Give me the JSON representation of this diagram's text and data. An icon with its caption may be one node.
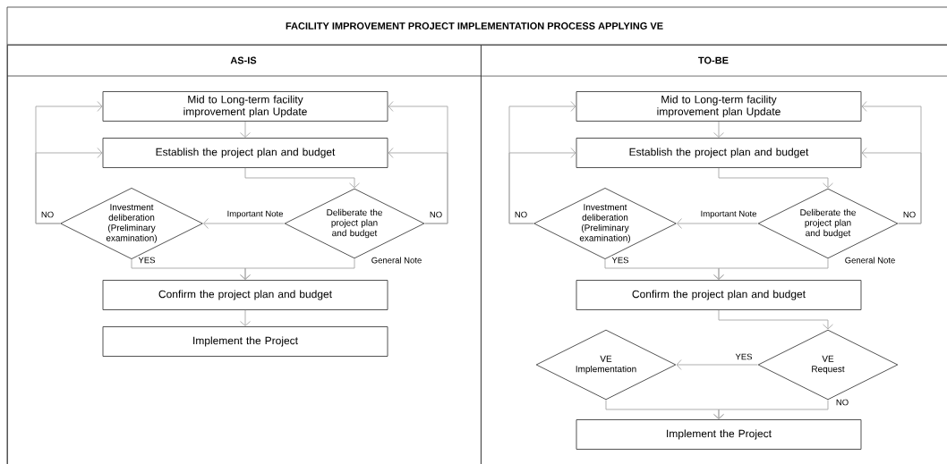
{
  "diagram": {
    "title": "FACILITY IMPROVEMENT PROJECT IMPLEMENTATION PROCESS APPLYING VE",
    "nodes": [
      {
        "text": [
          "AS-IS"
        ]
      },
      {
        "text": [
          "Mid to Long-term facility improvement plan Update"
        ],
        "in": 0
      },
      {
        "text": [
          "Establish the project plan and budget"
        ],
        "in": 0
      },
      {
        "text": [
          "Investment deliberation (Preliminary examination)"
        ],
        "in": 0
      },
      {
        "text": [
          "Deliberate the project plan and budget"
        ],
        "in": 0
      },
      {
        "text": [
          "Confirm the project plan and budget"
        ],
        "in": 0
      },
      {
        "text": [
          "Implement the Project"
        ],
        "in": 0
      },
      {
        "text": [
          "TO-BE"
        ]
      },
      {
        "text": [
          "Mid to Long-term facility improvement plan Update"
        ],
        "in": 7
      },
      {
        "text": [
          "Establish the project plan and budget"
        ],
        "in": 7
      },
      {
        "text": [
          "Investment deliberation (Preliminary examination)"
        ],
        "in": 7
      },
      {
        "text": [
          "Deliberate the project plan and budget"
        ],
        "in": 7
      },
      {
        "text": [
          "Confirm the project plan and budget"
        ],
        "in": 7
      },
      {
        "text": [
          "VE Implementation"
        ],
        "in": 7
      },
      {
        "text": [
          "VE Request"
        ],
        "in": 7
      },
      {
        "text": [
          "Implement the Project"
        ],
        "in": 7
      }
    ],
    "edges": [
      {
        "from": 1,
        "to": 2,
        "arrow": "to"
      },
      {
        "from": 2,
        "to": 4,
        "arrow": "to"
      },
      {
        "from": 4,
        "to": 3,
        "arrow": "to",
        "label": "Important Note"
      },
      {
        "from": 4,
        "to": 1,
        "arrow": "to",
        "label": "NO"
      },
      {
        "from": 4,
        "to": 2,
        "arrow": "to"
      },
      {
        "from": 3,
        "to": 1,
        "arrow": "to",
        "label": "NO"
      },
      {
        "from": 3,
        "to": 2,
        "arrow": "to"
      },
      {
        "from": 3,
        "to": 5,
        "arrow": "to",
        "label": "YES"
      },
      {
        "from": 4,
        "to": 5,
        "arrow": "to",
        "label": "General Note"
      },
      {
        "from": 5,
        "to": 6,
        "arrow": "to"
      },
      {
        "from": 8,
        "to": 9,
        "arrow": "to"
      },
      {
        "from": 9,
        "to": 11,
        "arrow": "to"
      },
      {
        "from": 11,
        "to": 10,
        "arrow": "to",
        "label": "Important Note"
      },
      {
        "from": 11,
        "to": 8,
        "arrow": "to",
        "label": "NO"
      },
      {
        "from": 11,
        "to": 9,
        "arrow": "to"
      },
      {
        "from": 10,
        "to": 8,
        "arrow": "to",
        "label": "NO"
      },
      {
        "from": 10,
        "to": 9,
        "arrow": "to"
      },
      {
        "from": 10,
        "to": 12,
        "arrow": "to",
        "label": "YES"
      },
      {
        "from": 11,
        "to": 12,
        "arrow": "to",
        "label": "General Note"
      },
      {
        "from": 12,
        "to": 14,
        "arrow": "to"
      },
      {
        "from": 14,
        "to": 13,
        "arrow": "to",
        "label": "YES"
      },
      {
        "from": 13,
        "to": 15,
        "arrow": "to"
      },
      {
        "from": 14,
        "to": 15,
        "arrow": "to",
        "label": "NO"
      }
    ]
  }
}
